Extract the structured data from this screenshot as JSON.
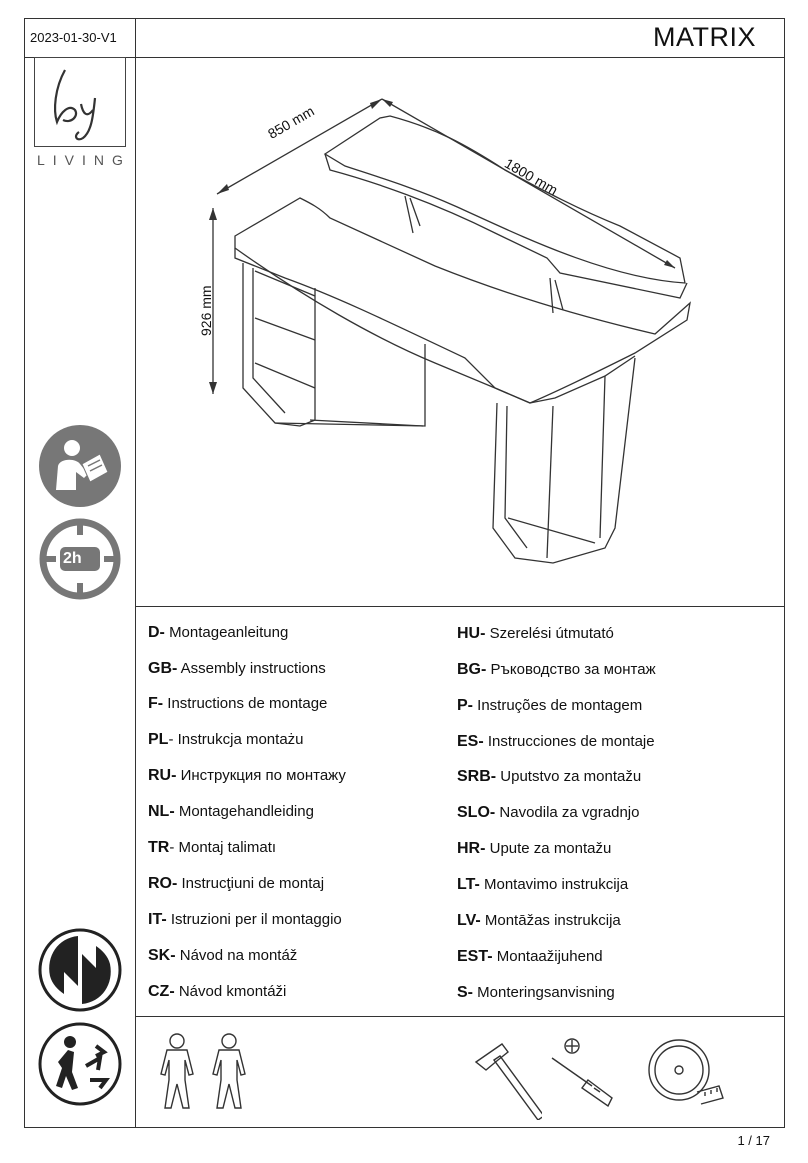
{
  "header": {
    "version": "2023-01-30-V1",
    "product_title": "MATRIX"
  },
  "brand": {
    "logo_mark": "by",
    "logo_text": "LIVING"
  },
  "drawing": {
    "depth_label": "850 mm",
    "width_label": "1800 mm",
    "height_label": "926 mm"
  },
  "icons": {
    "assembly_time": "2h",
    "left_column": [
      "read-manual-icon",
      "assembly-time-icon",
      "green-dot-recycling-icon",
      "tidyman-recycling-icon"
    ],
    "tools": [
      "hammer-icon",
      "phillips-screwdriver-icon",
      "tape-measure-icon"
    ],
    "persons": [
      "person-icon",
      "person-icon"
    ]
  },
  "languages_left": [
    {
      "code": "D-",
      "text": "Montageanleitung"
    },
    {
      "code": "GB-",
      "text": "Assembly instructions"
    },
    {
      "code": "F-",
      "text": "Instructions de montage"
    },
    {
      "code": "PL",
      "text": "- Instrukcja montażu"
    },
    {
      "code": "RU-",
      "text": "Инструкция по монтажу"
    },
    {
      "code": "NL-",
      "text": "Montagehandleiding"
    },
    {
      "code": "TR",
      "text": "- Montaj talimatı"
    },
    {
      "code": "RO-",
      "text": "Instrucţiuni de montaj"
    },
    {
      "code": "IT-",
      "text": "Istruzioni per il montaggio"
    },
    {
      "code": "SK-",
      "text": "Návod na montáž"
    },
    {
      "code": "CZ-",
      "text": "Návod kmontáži"
    }
  ],
  "languages_right": [
    {
      "code": "HU-",
      "text": "Szerelési útmutató"
    },
    {
      "code": "BG-",
      "text": "Ръководство за монтаж"
    },
    {
      "code": "P-",
      "text": "Instruções de montagem"
    },
    {
      "code": "ES-",
      "text": "Instrucciones de montaje"
    },
    {
      "code": "SRB-",
      "text": "Uputstvo za montažu"
    },
    {
      "code": "SLO-",
      "text": "Navodila za vgradnjo"
    },
    {
      "code": "HR-",
      "text": "Upute za montažu"
    },
    {
      "code": "LT-",
      "text": "Montavimo instrukcija"
    },
    {
      "code": "LV-",
      "text": "Montāžas instrukcija"
    },
    {
      "code": "EST-",
      "text": "Montaažijuhend"
    },
    {
      "code": "S-",
      "text": "Monteringsanvisning"
    }
  ],
  "footer": {
    "page": "1 / 17"
  },
  "colors": {
    "icon_grey": "#777777",
    "line": "#333333"
  }
}
